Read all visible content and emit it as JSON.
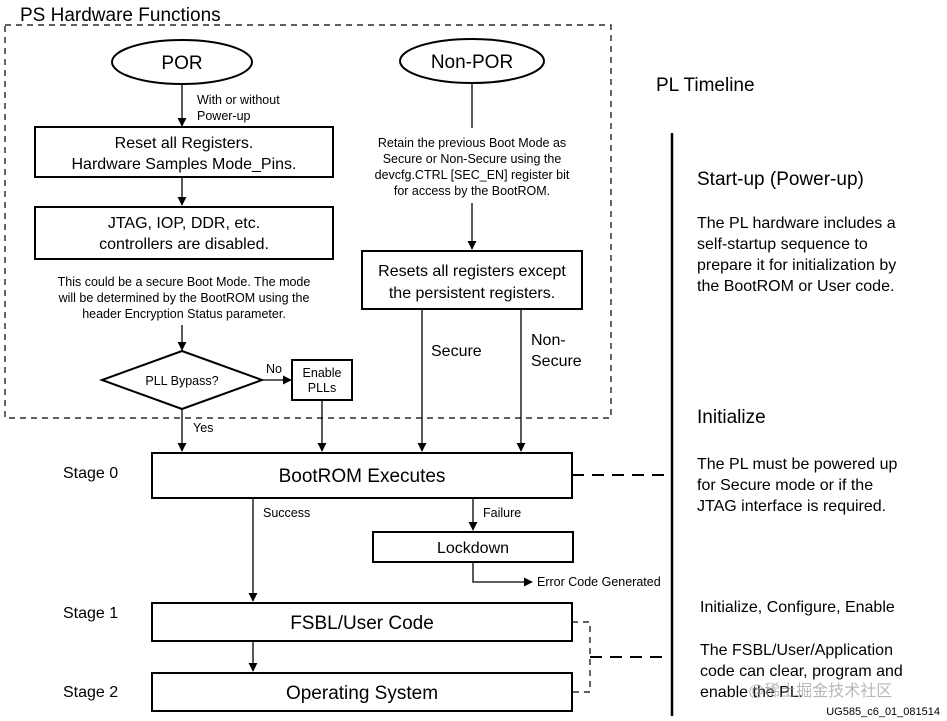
{
  "ps_title": "PS Hardware Functions",
  "pl_title": "PL Timeline",
  "por": {
    "label": "POR",
    "note": [
      "With or without",
      "Power-up"
    ],
    "reset": [
      "Reset all Registers.",
      "Hardware Samples Mode_Pins."
    ],
    "disabled": [
      "JTAG, IOP, DDR, etc.",
      "controllers are disabled."
    ],
    "secure_note": [
      "This could be a secure Boot Mode. The mode",
      "will be determined by the BootROM using the",
      "header Encryption Status parameter."
    ],
    "pll_bypass": "PLL Bypass?",
    "no": "No",
    "yes": "Yes",
    "enable_plls": [
      "Enable",
      "PLLs"
    ]
  },
  "non_por": {
    "label": "Non-POR",
    "note": [
      "Retain the previous Boot Mode as",
      "Secure or Non-Secure using the",
      "devcfg.CTRL [SEC_EN] register bit",
      "for access by the BootROM."
    ],
    "reset": [
      "Resets all registers except",
      "the persistent registers."
    ],
    "secure": "Secure",
    "non_secure": [
      "Non-",
      "Secure"
    ]
  },
  "stages": {
    "stage0": "Stage 0",
    "stage1": "Stage 1",
    "stage2": "Stage 2"
  },
  "bootrom": "BootROM Executes",
  "success": "Success",
  "failure": "Failure",
  "lockdown": "Lockdown",
  "error_code": "Error Code Generated",
  "fsbl": "FSBL/User Code",
  "os": "Operating System",
  "timeline": {
    "startup_title": "Start-up (Power-up)",
    "startup_text": [
      "The PL hardware includes a",
      "self-startup sequence to",
      "prepare it for initialization by",
      "the BootROM or User code."
    ],
    "init_title": "Initialize",
    "init_text": [
      "The PL must be powered up",
      "for Secure mode or if the",
      "JTAG interface is required."
    ],
    "ice_title": "Initialize, Configure, Enable",
    "ice_text": [
      "The FSBL/User/Application",
      "code can clear, program and",
      "enable the PL."
    ]
  },
  "figure_id": "UG585_c6_01_081514",
  "watermark": "@稀土掘金技术社区"
}
